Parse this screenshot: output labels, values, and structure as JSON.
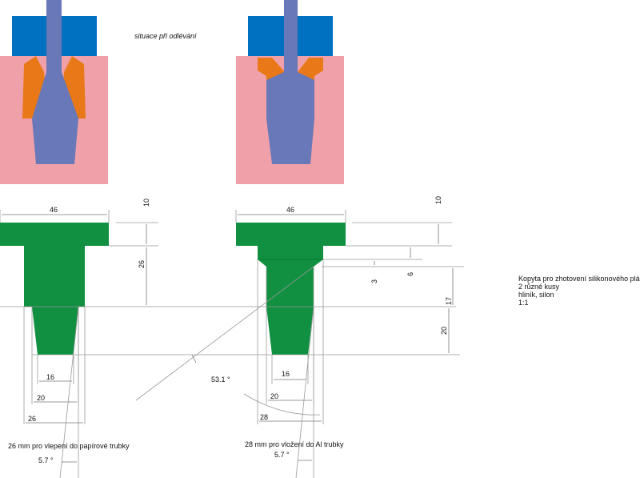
{
  "caption_top": "situace při odlévání",
  "notes": [
    "Kopyta pro zhotovení silikonového pláště",
    "2 různé  kusy",
    "hliník, silon",
    "1:1"
  ],
  "left_part": {
    "width_flange": "46",
    "height_flange": "10",
    "height_shank": "26",
    "dia_bottom": "16",
    "dia_top_taper": "20",
    "dia_shank": "26",
    "label": "26 mm pro vlepení do papírové trubky",
    "angle": "5.7 °"
  },
  "right_part": {
    "width_flange": "46",
    "height_flange": "10",
    "height_collar": "6",
    "height_chamfer": "3",
    "height_shank": "17",
    "height_taper": "20",
    "dia_bottom": "16",
    "dia_top_taper": "20",
    "dia_shank": "28",
    "label": "28 mm pro vložení do Al trubky",
    "angle": "5.7 °",
    "chamfer_angle": "53.1 °"
  },
  "colors": {
    "mold": "#f0a0a8",
    "core": "#6878b8",
    "cap": "#0070c0",
    "insert": "#e87818",
    "part": "#109040"
  }
}
